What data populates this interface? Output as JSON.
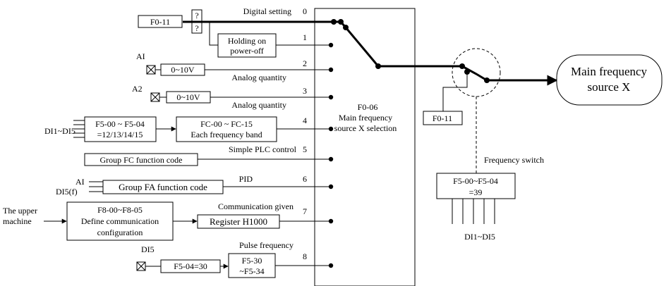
{
  "channels": [
    {
      "num": "0",
      "label": "Digital setting"
    },
    {
      "num": "1",
      "label": ""
    },
    {
      "num": "2",
      "label": "Analog quantity"
    },
    {
      "num": "3",
      "label": "Analog quantity"
    },
    {
      "num": "4",
      "label": ""
    },
    {
      "num": "5",
      "label": "Simple PLC control"
    },
    {
      "num": "6",
      "label": "PID"
    },
    {
      "num": "7",
      "label": "Communication given"
    },
    {
      "num": "8",
      "label": "Pulse frequency"
    }
  ],
  "boxes": {
    "f0_11_top": "F0-11",
    "q1": "?",
    "q2": "?",
    "holding_l1": "Holding on",
    "holding_l2": "power-off",
    "ai_range": "0~10V",
    "a2_range": "0~10V",
    "f5_l1": "F5-00 ~ F5-04",
    "f5_l2": "=12/13/14/15",
    "fc_l1": "FC-00 ~ FC-15",
    "fc_l2": "Each frequency band",
    "group_fc": "Group FC function code",
    "group_fa": "Group FA function code",
    "f8_l1": "F8-00~F8-05",
    "f8_l2": "Define communication",
    "f8_l3": "configuration",
    "register": "Register H1000",
    "f5_04": "F5-04=30",
    "f5_30_l1": "F5-30",
    "f5_30_l2": "~F5-34",
    "f0_11_right": "F0-11",
    "freq_sw_l1": "F5-00~F5-04",
    "freq_sw_l2": "=39"
  },
  "inputs": {
    "ai": "AI",
    "a2": "A2",
    "di1_di5": "DI1~DI5",
    "ai2": "AI",
    "di5f": "DI5(f)",
    "upper_l1": "The upper",
    "upper_l2": "machine",
    "di5": "DI5"
  },
  "selector": {
    "l1": "F0-06",
    "l2": "Main frequency",
    "l3": "source X selection"
  },
  "freq_switch_label": "Frequency switch",
  "di_bottom": "DI1~DI5",
  "output": {
    "l1": "Main frequency",
    "l2": "source X"
  }
}
